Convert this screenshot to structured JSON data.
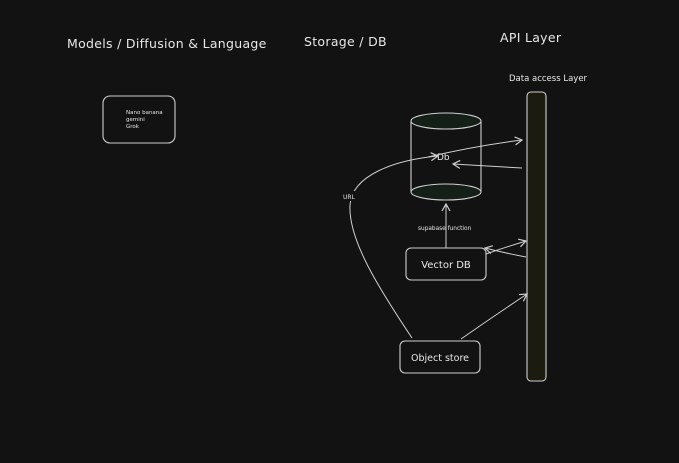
{
  "sections": {
    "models": "Models / Diffusion & Language",
    "storage": "Storage / DB",
    "api": "API Layer"
  },
  "models_box": {
    "items": [
      "Nano banana",
      "gemini",
      "Grok"
    ]
  },
  "data_access_layer": {
    "label": "Data access Layer"
  },
  "db": {
    "label": "Db"
  },
  "vector_db": {
    "label": "Vector DB"
  },
  "object_store": {
    "label": "Object store"
  },
  "edges": {
    "url_label": "URL",
    "supabase_label": "supabase function"
  },
  "colors": {
    "background": "#121212",
    "stroke": "#cfcfcf",
    "text": "#e8e8e8",
    "api_bar_fill": "#1c1b10",
    "cylinder_cap_fill": "#142017"
  }
}
